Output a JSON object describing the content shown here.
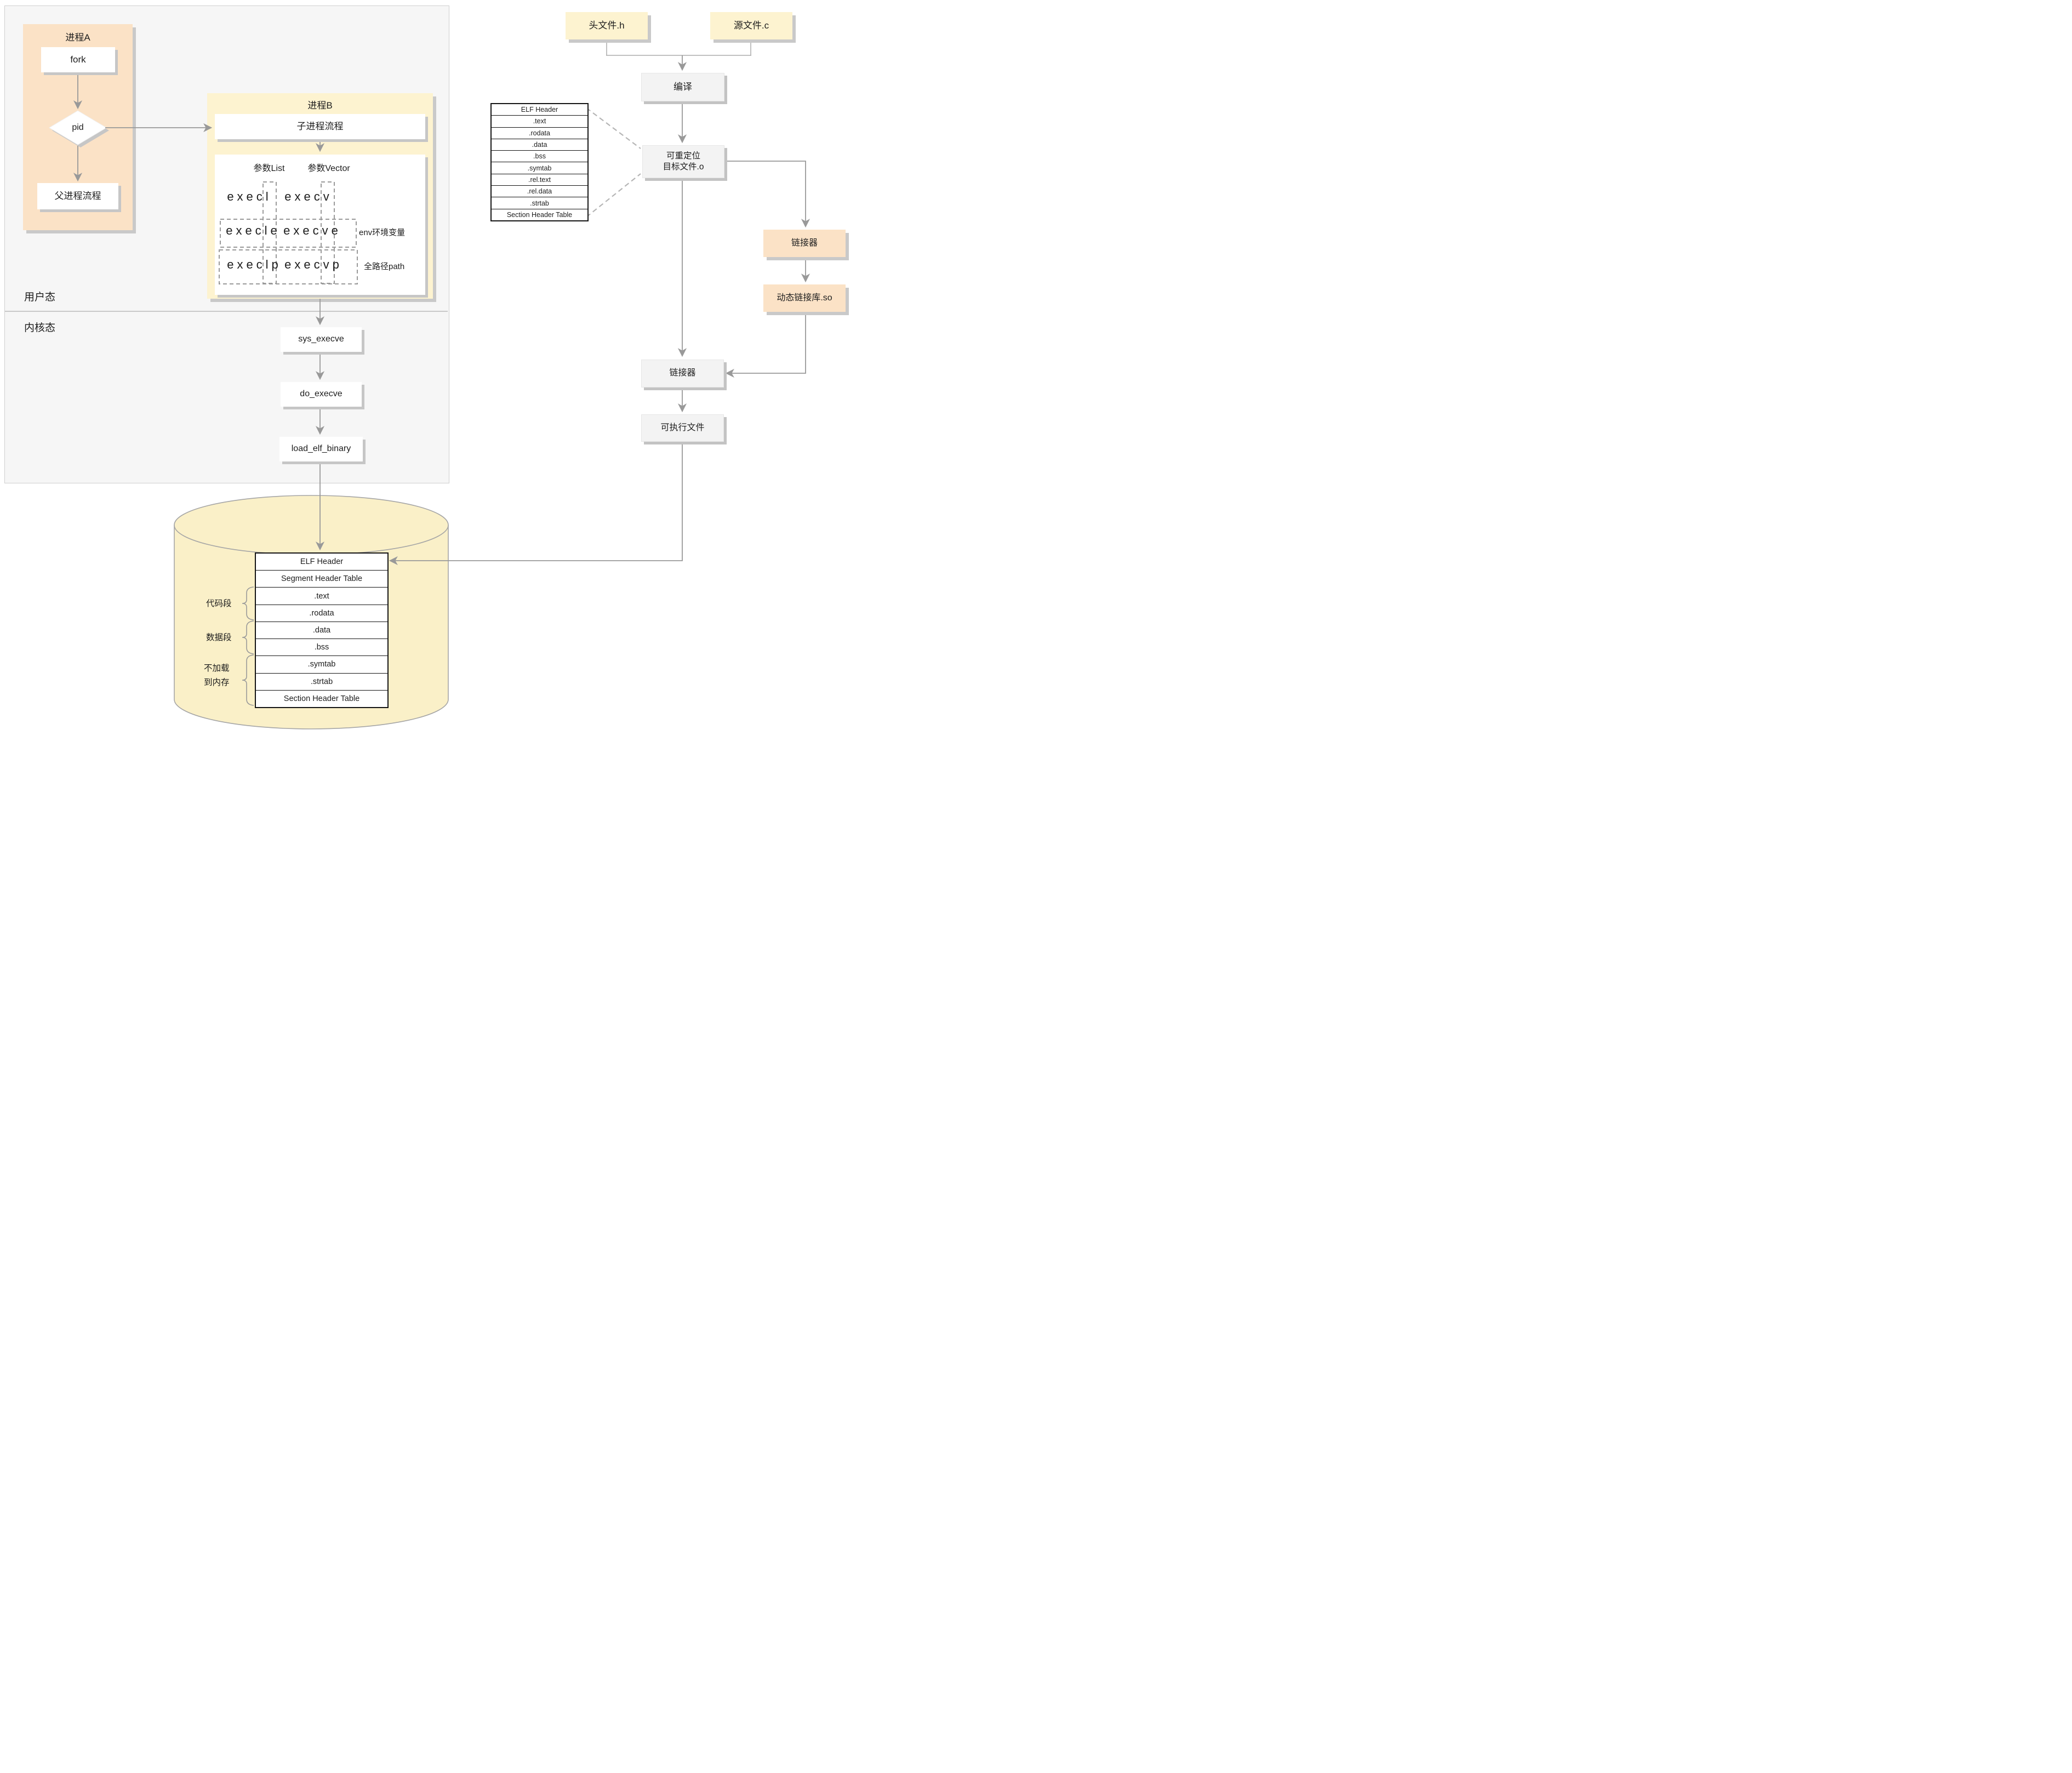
{
  "colors": {
    "peach": "#fbe2c6",
    "yellow": "#fdf3d0",
    "gray_box": "#f3f3f3",
    "panel_bg": "#f6f6f6",
    "line": "#9a9a9a",
    "cylinder_fill": "#faf0c8",
    "table_border": "#141414"
  },
  "panel": {
    "user_mode": "用户态",
    "kernel_mode": "内核态"
  },
  "process_a": {
    "title": "进程A",
    "fork_label": "fork",
    "pid_label": "pid",
    "parent_flow_label": "父进程流程"
  },
  "process_b": {
    "title": "进程B",
    "child_flow_label": "子进程流程",
    "param_list_header": "参数List",
    "param_vector_header": "参数Vector",
    "exec_rows": [
      {
        "list": "execl",
        "vector": "execv",
        "note": ""
      },
      {
        "list": "execle",
        "vector": "execve",
        "note": "env环境变量"
      },
      {
        "list": "execlp",
        "vector": "execvp",
        "note": "全路径path"
      }
    ]
  },
  "kernel_flow": {
    "step1": "sys_execve",
    "step2": "do_execve",
    "step3": "load_elf_binary"
  },
  "disk": {
    "sections": [
      "ELF Header",
      "Segment Header Table",
      ".text",
      ".rodata",
      ".data",
      ".bss",
      ".symtab",
      ".strtab",
      "Section Header Table"
    ],
    "code_segment_label": "代码段",
    "data_segment_label": "数据段",
    "not_loaded_line1": "不加载",
    "not_loaded_line2": "到内存"
  },
  "object_file_table": {
    "sections": [
      "ELF Header",
      ".text",
      ".rodata",
      ".data",
      ".bss",
      ".symtab",
      ".rel.text",
      ".rel.data",
      ".strtab",
      "Section Header Table"
    ]
  },
  "build_flow": {
    "header_file": "头文件.h",
    "source_file": "源文件.c",
    "compile": "编译",
    "relocatable_line1": "可重定位",
    "relocatable_line2": "目标文件.o",
    "linker_top": "链接器",
    "dynamic_lib": "动态链接库.so",
    "linker_bottom": "链接器",
    "executable": "可执行文件"
  }
}
